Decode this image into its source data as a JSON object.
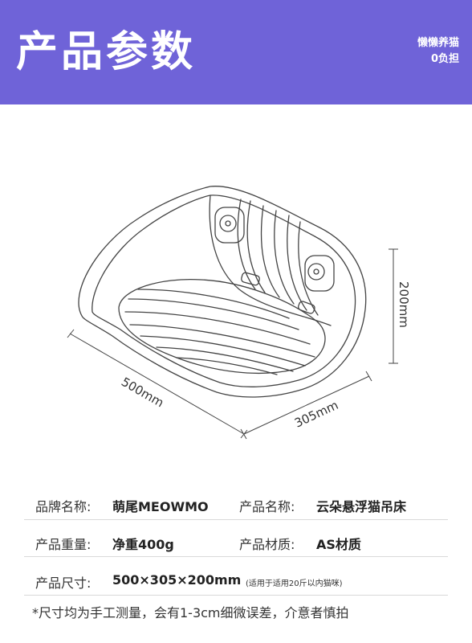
{
  "header": {
    "title": "产品参数",
    "slogan_line1": "懒懒养猫",
    "slogan_line2": "0负担"
  },
  "diagram": {
    "dim_width": "500mm",
    "dim_depth": "305mm",
    "dim_height": "200mm"
  },
  "specs": {
    "brand_label": "品牌名称:",
    "brand_value": "萌尾MEOWMO",
    "name_label": "产品名称:",
    "name_value": "云朵悬浮猫吊床",
    "weight_label": "产品重量:",
    "weight_value": "净重400g",
    "material_label": "产品材质:",
    "material_value": "AS材质",
    "size_label": "产品尺寸:",
    "size_value": "500×305×200mm",
    "size_note": "(适用于适用20斤以内猫咪)"
  },
  "footnote": "*尺寸均为手工测量，会有1-3cm细微误差，介意者慎拍",
  "colors": {
    "header_bg": "#6f63d8",
    "header_text": "#ffffff",
    "line": "#444444"
  }
}
